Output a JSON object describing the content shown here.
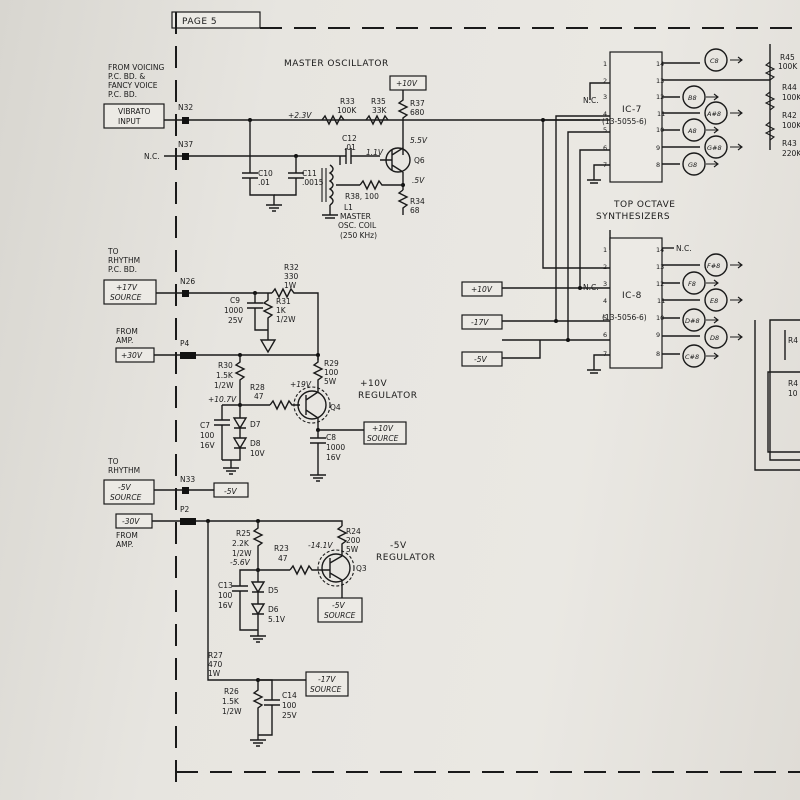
{
  "page": {
    "label": "PAGE 5"
  },
  "sections": {
    "master_oscillator": "MASTER OSCILLATOR",
    "reg10": [
      "+10V",
      "REGULATOR"
    ],
    "reg5": [
      "-5V",
      "REGULATOR"
    ],
    "top_octave": [
      "TOP OCTAVE",
      "SYNTHESIZERS"
    ]
  },
  "inputs": {
    "from_voicing": [
      "FROM VOICING",
      "P.C. BD. &",
      "FANCY VOICE",
      "P.C. BD."
    ],
    "vibrato": [
      "VIBRATO",
      "INPUT"
    ],
    "nc": "N.C.",
    "to_rhythm": [
      "TO",
      "RHYTHM",
      "P.C. BD."
    ],
    "from_amp": [
      "FROM",
      "AMP."
    ]
  },
  "nodes": {
    "n32": "N32",
    "n37": "N37",
    "n26": "N26",
    "p4": "P4",
    "n33": "N33",
    "p2": "P2"
  },
  "supplies": {
    "plus10v": "+10V",
    "plus17v": "+17V",
    "plus30v": "+30V",
    "minus5v": "-5V",
    "minus30v": "-30V",
    "minus17v": "-17V",
    "source": "SOURCE"
  },
  "voltages": {
    "v2_3": "+2.3V",
    "v5_5": "5.5V",
    "v1_1": "1.1V",
    "v0_5": ".5V",
    "v19": "+19V",
    "v10_7": "+10.7V",
    "v14_1": "-14.1V",
    "vm5_6": "-5.6V"
  },
  "parts": {
    "r33": [
      "R33",
      "100K"
    ],
    "r35": [
      "R35",
      "33K"
    ],
    "r37": [
      "R37",
      "680"
    ],
    "r34": [
      "R34",
      "68"
    ],
    "q6": "Q6",
    "c10": [
      "C10",
      ".01"
    ],
    "c11": [
      "C11",
      ".0015"
    ],
    "c12": [
      "C12",
      ".01"
    ],
    "r38": "R38, 100",
    "l1": [
      "L1",
      "MASTER",
      "OSC. COIL",
      "(250 KHz)"
    ],
    "r32": [
      "R32",
      "330",
      "1W"
    ],
    "c9": [
      "C9",
      "1000",
      "25V"
    ],
    "r31": [
      "R31",
      "1K",
      "1/2W"
    ],
    "r29": [
      "R29",
      "100",
      "5W"
    ],
    "r30": [
      "R30",
      "1.5K",
      "1/2W"
    ],
    "r28": [
      "R28",
      "47"
    ],
    "q4": "Q4",
    "c8": [
      "C8",
      "1000",
      "16V"
    ],
    "c7": [
      "C7",
      "100",
      "16V"
    ],
    "d7": "D7",
    "d8": [
      "D8",
      "10V"
    ],
    "r24": [
      "R24",
      "200",
      "5W"
    ],
    "r25": [
      "R25",
      "2.2K",
      "1/2W"
    ],
    "r23": [
      "R23",
      "47"
    ],
    "q3": "Q3",
    "c13": [
      "C13",
      "100",
      "16V"
    ],
    "d5": "D5",
    "d6": [
      "D6",
      "5.1V"
    ],
    "r27": [
      "R27",
      "470",
      "1W"
    ],
    "r26": [
      "R26",
      "1.5K",
      "1/2W"
    ],
    "c14": [
      "C14",
      "100",
      "25V"
    ]
  },
  "ics": {
    "nc": "N.C.",
    "ic7": {
      "name": "IC-7",
      "part": "(13-5055-6)",
      "outs": [
        "C8",
        "B8",
        "A#8",
        "A8",
        "G#8",
        "G8"
      ]
    },
    "ic8": {
      "name": "IC-8",
      "part": "(13-5056-6)",
      "outs": [
        "F#8",
        "F8",
        "E8",
        "D#8",
        "D8",
        "C#8"
      ]
    }
  },
  "right_edge": [
    "R45",
    "100K",
    "R44",
    "100K",
    "R42",
    "100K",
    "R43",
    "220K",
    "R4",
    "R4",
    "10"
  ]
}
